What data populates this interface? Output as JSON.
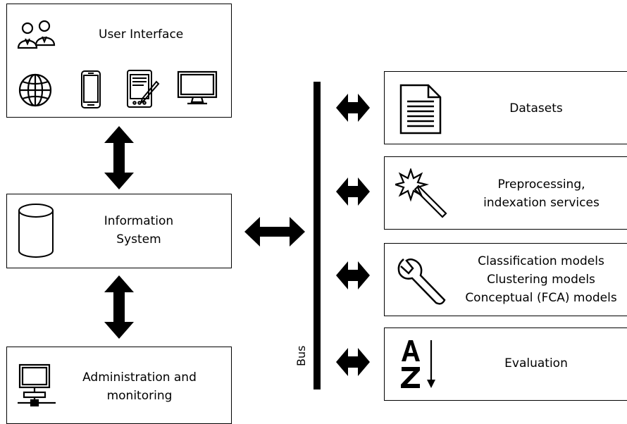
{
  "user_interface": {
    "label": "User Interface",
    "icons": [
      "users-icon",
      "globe-icon",
      "smartphone-icon",
      "tablet-pen-icon",
      "monitor-icon"
    ]
  },
  "information_system": {
    "lines": [
      "Information",
      "System"
    ],
    "icon": "database-cylinder-icon"
  },
  "administration": {
    "lines": [
      "Administration and",
      "monitoring"
    ],
    "icon": "network-computer-icon"
  },
  "bus": {
    "label": "Bus"
  },
  "services": [
    {
      "icon": "document-icon",
      "lines": [
        "Datasets"
      ]
    },
    {
      "icon": "magic-wand-icon",
      "lines": [
        "Preprocessing,",
        "indexation services"
      ]
    },
    {
      "icon": "wrench-icon",
      "lines": [
        "Classification models",
        "Clustering models",
        "Conceptual (FCA) models"
      ]
    },
    {
      "icon": "sort-az-icon",
      "lines": [
        "Evaluation"
      ]
    }
  ],
  "colors": {
    "stroke": "#000000",
    "background": "#ffffff"
  }
}
